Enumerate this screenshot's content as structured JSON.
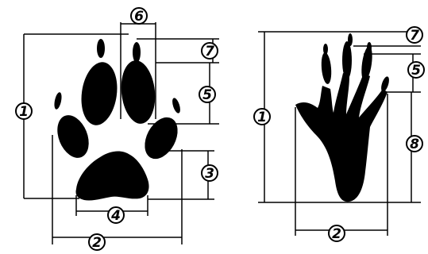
{
  "left_print": {
    "labels": {
      "overall_length": "1",
      "overall_width": "2",
      "pad_length": "3",
      "pad_width": "4",
      "toe_length": "5",
      "toe_width": "6",
      "claw_length": "7"
    }
  },
  "right_print": {
    "labels": {
      "overall_length": "1",
      "overall_width": "2",
      "toe_length": "5",
      "claw_length": "7",
      "heel_to_toe": "8"
    }
  }
}
